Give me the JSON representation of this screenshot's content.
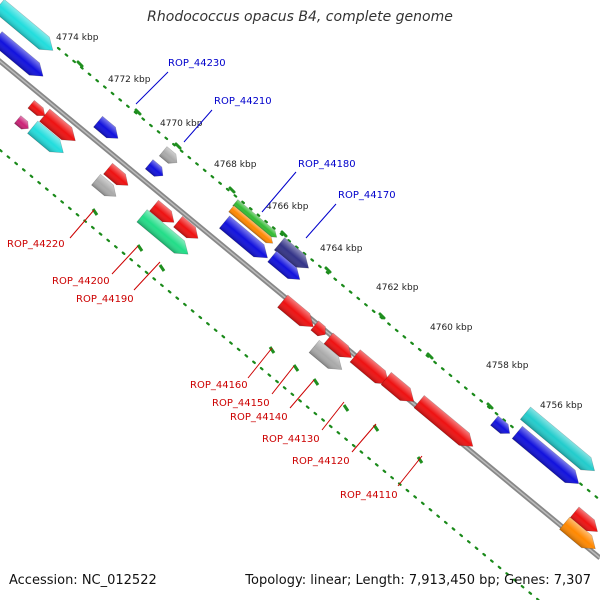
{
  "title": "Rhodococcus opacus B4, complete genome",
  "footer": {
    "accession": "Accession: NC_012522",
    "summary": "Topology: linear; Length: 7,913,450 bp; Genes: 7,307"
  },
  "colors": {
    "backbone": "#888888",
    "tick_dot": "#1a8a1a",
    "tick_dash": "#1f8f1f",
    "label_blue": "#0000cc",
    "label_red": "#cc0000",
    "kbp_text": "#222222"
  },
  "ticks": [
    "4774 kbp",
    "4772 kbp",
    "4770 kbp",
    "4768 kbp",
    "4766 kbp",
    "4764 kbp",
    "4762 kbp",
    "4760 kbp",
    "4758 kbp",
    "4756 kbp"
  ],
  "gene_labels_upper": [
    "ROP_44230",
    "ROP_44210",
    "ROP_44180",
    "ROP_44170"
  ],
  "gene_labels_lower": [
    "ROP_44220",
    "ROP_44200",
    "ROP_44190",
    "ROP_44160",
    "ROP_44150",
    "ROP_44140",
    "ROP_44130",
    "ROP_44120",
    "ROP_44110"
  ]
}
